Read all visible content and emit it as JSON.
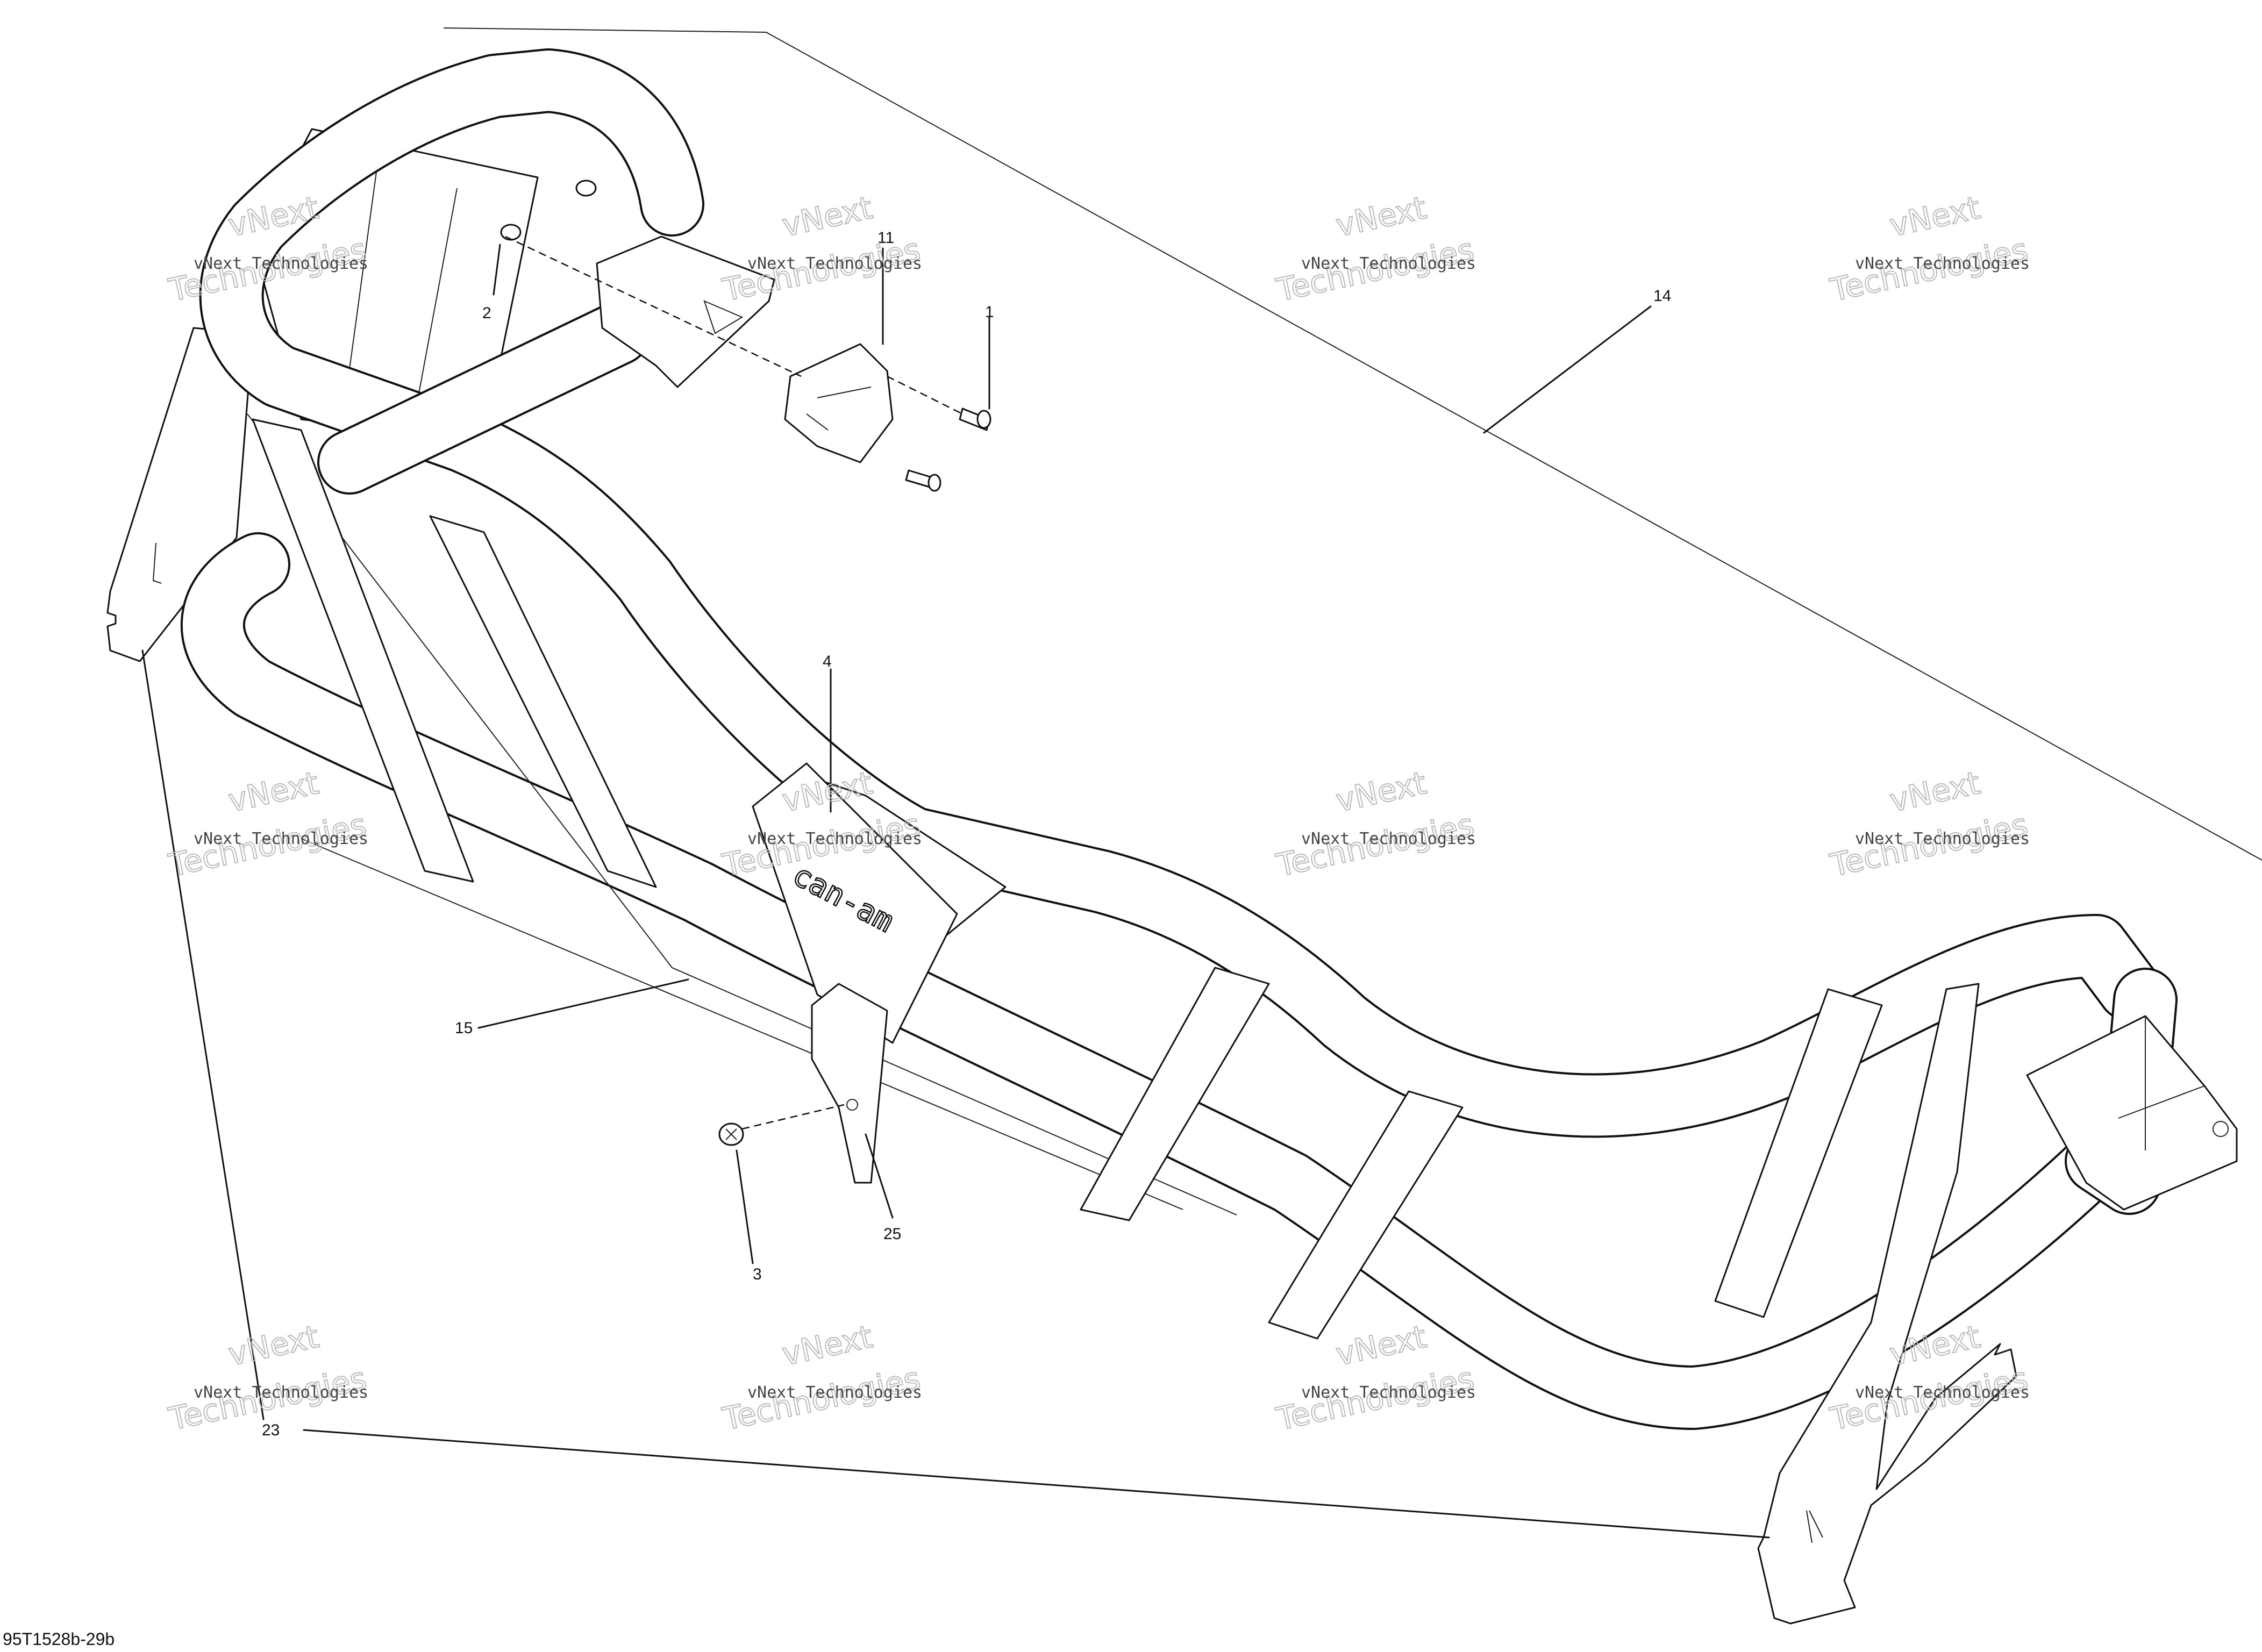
{
  "figure_id": "95T1528b-29b",
  "logo_text": "can-am",
  "watermark": {
    "line1": "vNext Technologies",
    "line2": "vNext\nTechnologies"
  },
  "callouts": [
    {
      "id": "c1",
      "label": "1"
    },
    {
      "id": "c2",
      "label": "2"
    },
    {
      "id": "c3",
      "label": "3"
    },
    {
      "id": "c4",
      "label": "4"
    },
    {
      "id": "c11",
      "label": "11"
    },
    {
      "id": "c14",
      "label": "14"
    },
    {
      "id": "c15",
      "label": "15"
    },
    {
      "id": "c23",
      "label": "23"
    },
    {
      "id": "c25",
      "label": "25"
    }
  ],
  "colors": {
    "line": "#111111",
    "background": "#ffffff",
    "watermark": "#bbbbbb"
  }
}
